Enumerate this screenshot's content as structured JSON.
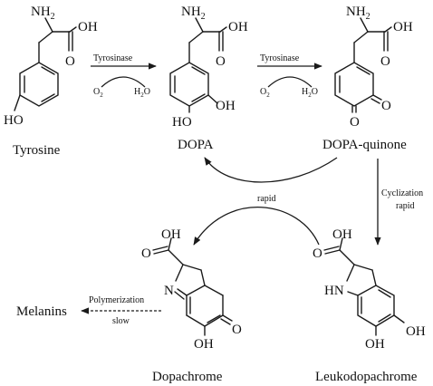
{
  "molecules": {
    "tyrosine": {
      "name": "Tyrosine",
      "amine": "NH",
      "amine_sub": "2",
      "acid": "OH",
      "carbonyl": "O",
      "phenol": "HO"
    },
    "dopa": {
      "name": "DOPA",
      "amine": "NH",
      "amine_sub": "2",
      "acid": "OH",
      "carbonyl": "O",
      "oh_3": "OH",
      "oh_4": "HO"
    },
    "dopa_quinone": {
      "name": "DOPA-quinone",
      "amine": "NH",
      "amine_sub": "2",
      "acid": "OH",
      "carbonyl": "O",
      "quinone_o1": "O",
      "quinone_o2": "O"
    },
    "dopachrome": {
      "name": "Dopachrome",
      "acid": "OH",
      "carbonyl": "O",
      "ring_n": "N",
      "keto": "O",
      "hydroxyl": "OH"
    },
    "leukodopachrome": {
      "name": "Leukodopachrome",
      "acid": "OH",
      "carbonyl": "O",
      "ring_nh": "HN",
      "hydroxyl_1": "OH",
      "hydroxyl_2": "OH"
    },
    "melanins": {
      "name": "Melanins"
    }
  },
  "reactions": {
    "step1": {
      "enzyme": "Tyrosinase",
      "reactant": "O",
      "reactant_sub": "2",
      "product": "H",
      "product_sub": "2",
      "product_tail": "O"
    },
    "step2": {
      "enzyme": "Tyrosinase",
      "reactant": "O",
      "reactant_sub": "2",
      "product": "H",
      "product_sub": "2",
      "product_tail": "O"
    },
    "cyclization": {
      "label": "Cyclization",
      "rate": "rapid"
    },
    "exchange": {
      "rate": "rapid"
    },
    "polymerization": {
      "label": "Polymerization",
      "rate": "slow"
    }
  }
}
